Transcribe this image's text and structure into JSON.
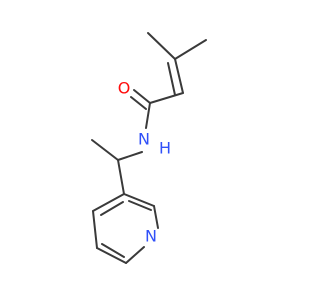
{
  "molecule": {
    "atoms": {
      "oxygen": {
        "symbol": "O",
        "color": "#ff0d0d"
      },
      "amide_nitrogen": {
        "symbol": "N",
        "color": "#3050f8"
      },
      "amide_hydrogen": {
        "symbol": "H",
        "color": "#3050f8"
      },
      "ring_nitrogen": {
        "symbol": "N",
        "color": "#3050f8"
      }
    },
    "bond_color": "#3a3a3a",
    "background": "#ffffff"
  }
}
